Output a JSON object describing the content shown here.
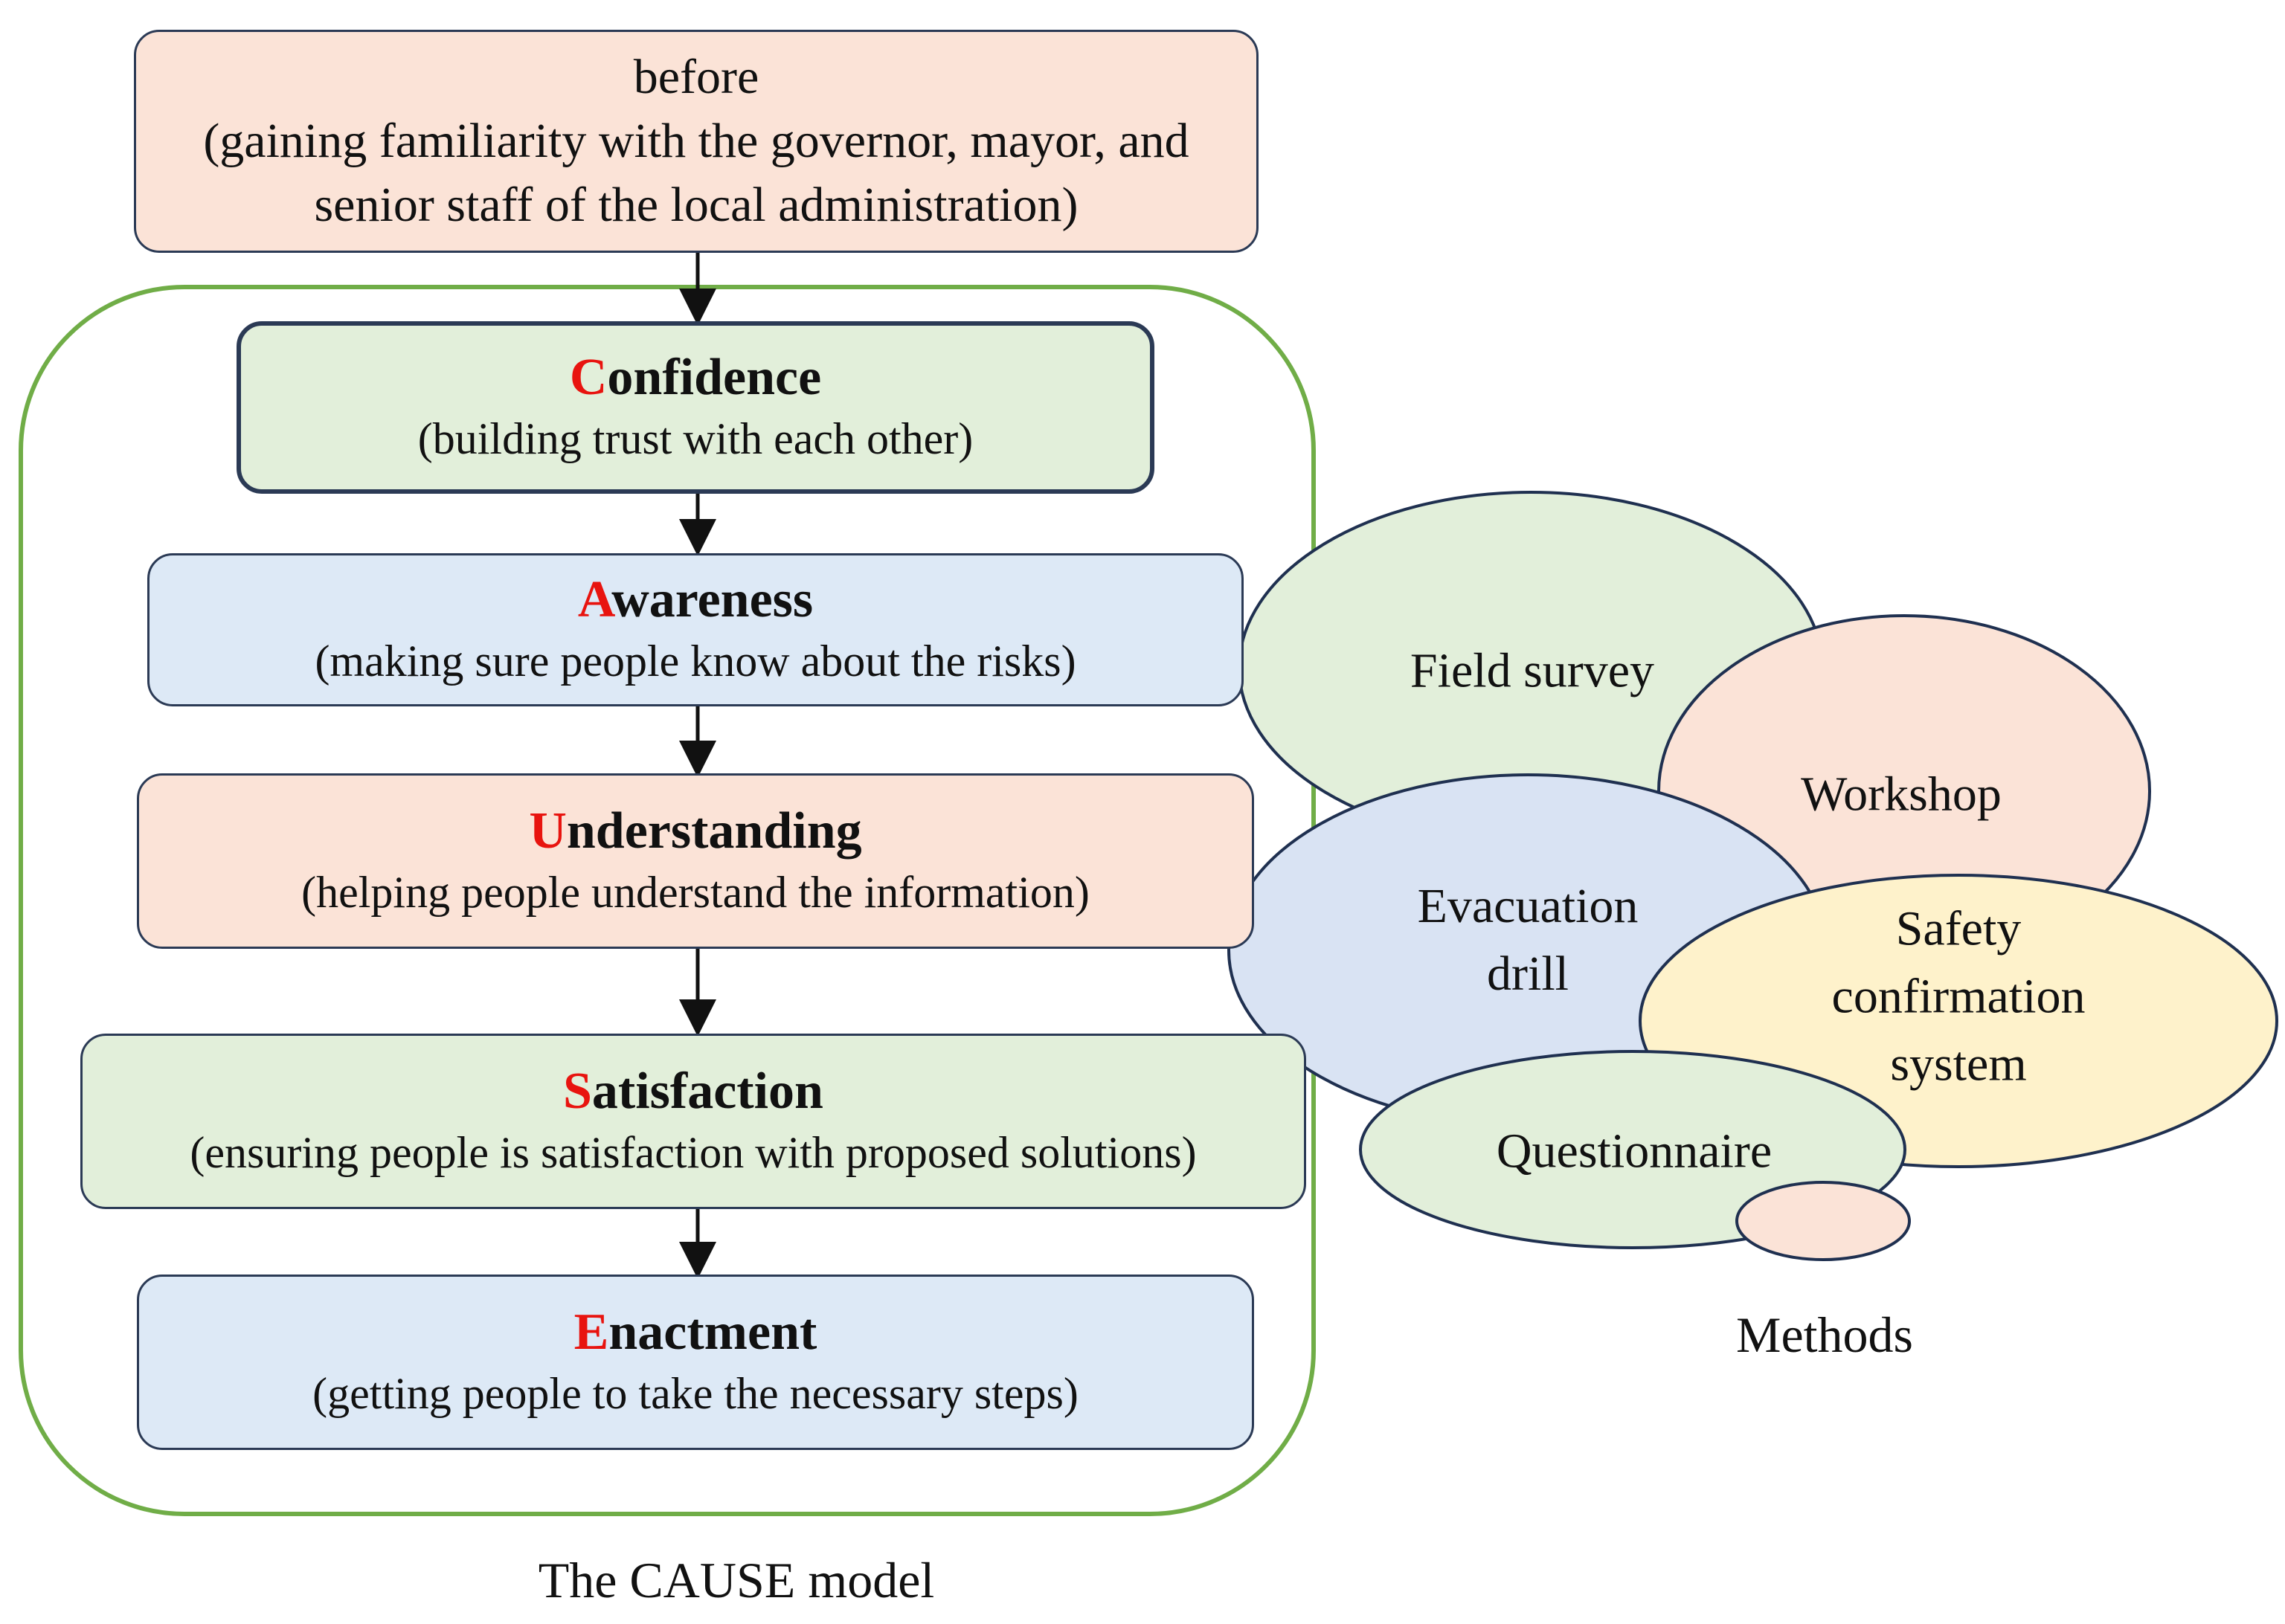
{
  "before": {
    "title": "before",
    "line1": "(gaining familiarity with the governor, mayor, and",
    "line2": "senior staff of the local administration)"
  },
  "cause_model": {
    "caption": "The CAUSE model",
    "steps": [
      {
        "initial": "C",
        "rest": "onfidence",
        "description": "(building trust with each other)",
        "color": "#e2efda"
      },
      {
        "initial": "A",
        "rest": "wareness",
        "description": "(making sure people know about the risks)",
        "color": "#dde9f6"
      },
      {
        "initial": "U",
        "rest": "nderstanding",
        "description": "(helping people understand the information)",
        "color": "#fbe3d7"
      },
      {
        "initial": "S",
        "rest": "atisfaction",
        "description": "(ensuring people is satisfaction with proposed solutions)",
        "color": "#e2efda"
      },
      {
        "initial": "E",
        "rest": "nactment",
        "description": "(getting people to take the necessary steps)",
        "color": "#dde9f6"
      }
    ],
    "accent_color": "#e8140f",
    "frame_color": "#70ad47"
  },
  "methods": {
    "caption": "Methods",
    "items": [
      {
        "label": "Field survey",
        "color": "#e2efda"
      },
      {
        "label": "Workshop",
        "color": "#fbe3d7"
      },
      {
        "label_lines": [
          "Evacuation",
          "drill"
        ],
        "color": "#d9e3f3"
      },
      {
        "label_lines": [
          "Safety",
          "confirmation",
          "system"
        ],
        "color": "#fef2cb"
      },
      {
        "label": "Questionnaire",
        "color": "#e2efda"
      }
    ]
  }
}
